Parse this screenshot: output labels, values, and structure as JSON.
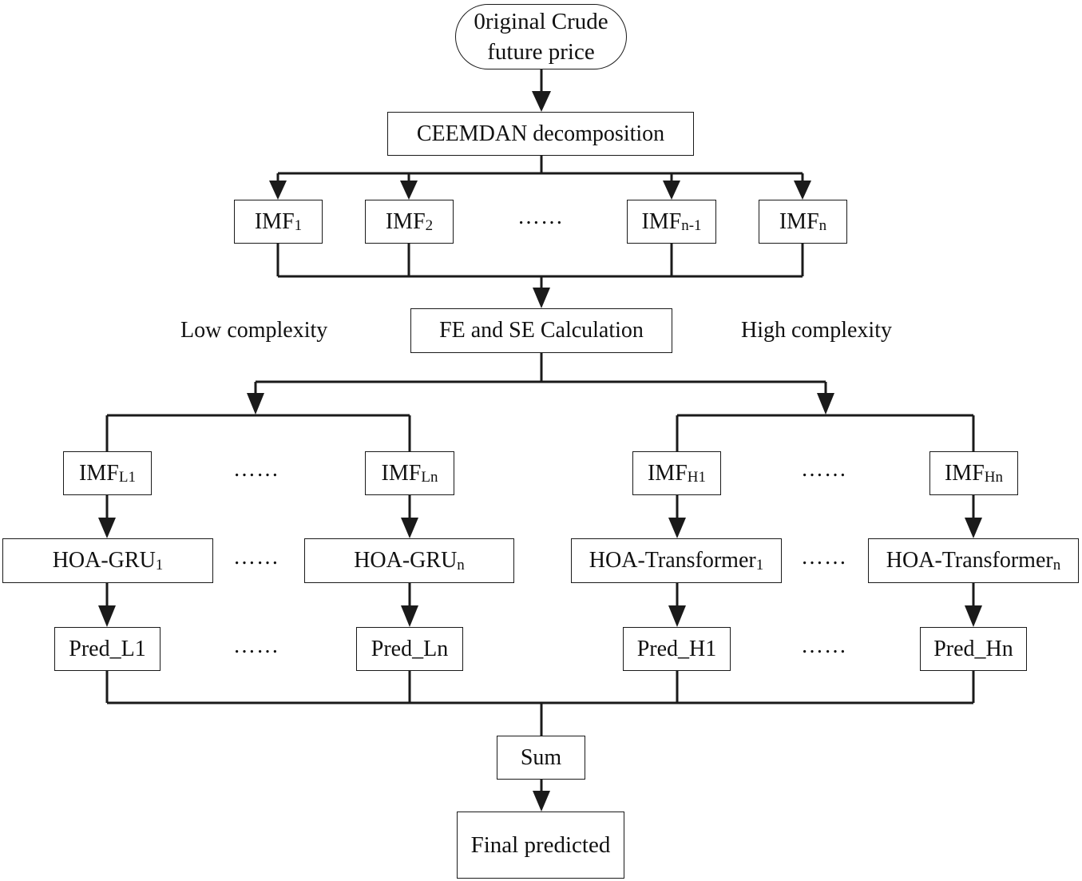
{
  "nodes": {
    "start": {
      "line1": "0riginal Crude",
      "line2": "future price"
    },
    "ceemdan": {
      "label": "CEEMDAN decomposition"
    },
    "imf": [
      {
        "main": "IMF",
        "sub": "1"
      },
      {
        "main": "IMF",
        "sub": "2"
      },
      {
        "main": "IMF",
        "sub": "n-1"
      },
      {
        "main": "IMF",
        "sub": "n"
      }
    ],
    "fe_se": {
      "label": "FE and SE Calculation"
    },
    "low": {
      "label": "Low complexity",
      "imf": [
        {
          "main": "IMF",
          "sub": "L1"
        },
        {
          "main": "IMF",
          "sub": "Ln"
        }
      ],
      "models": [
        {
          "main": "HOA-GRU",
          "sub": "1"
        },
        {
          "main": "HOA-GRU",
          "sub": "n"
        }
      ],
      "preds": [
        "Pred_L1",
        "Pred_Ln"
      ]
    },
    "high": {
      "label": "High complexity",
      "imf": [
        {
          "main": "IMF",
          "sub": "H1"
        },
        {
          "main": "IMF",
          "sub": "Hn"
        }
      ],
      "models": [
        {
          "main": "HOA-Transformer",
          "sub": "1"
        },
        {
          "main": "HOA-Transformer",
          "sub": "n"
        }
      ],
      "preds": [
        "Pred_H1",
        "Pred_Hn"
      ]
    },
    "sum": {
      "label": "Sum"
    },
    "final": {
      "label": "Final predicted"
    }
  },
  "ellipsis": "……",
  "colors": {
    "line": "#1a1a1a",
    "text": "#111111",
    "background": "#ffffff"
  }
}
